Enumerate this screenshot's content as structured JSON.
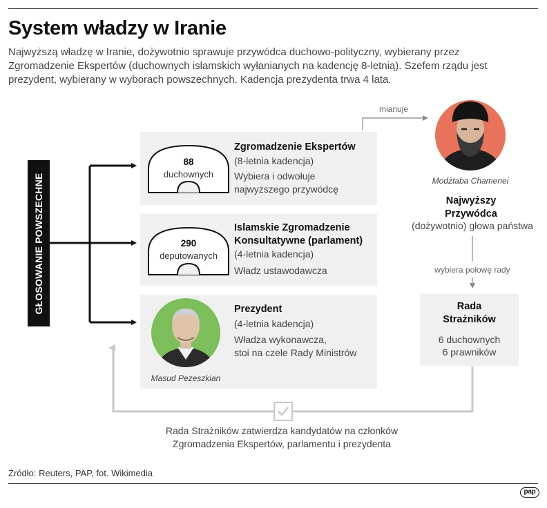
{
  "title": "System władzy w Iranie",
  "lead": "Najwyższą władzę w Iranie, dożywotnio sprawuje przywódca duchowo-polityczny, wybierany przez Zgromadzenie Ekspertów (duchownych islamskich wyłanianych na kadencję 8-letnią). Szefem rządu jest prezydent, wybierany w wyborach powszechnych. Kadencja prezydenta trwa 4 lata.",
  "vote_label": "GŁOSOWANIE POWSZECHNE",
  "assembly": {
    "count": "88",
    "unit": "duchownych",
    "title": "Zgromadzenie Ekspertów",
    "term": "(8-letnia kadencja)",
    "desc_1": "Wybiera i odwołuje",
    "desc_2": "najwyższego przywódcę"
  },
  "parliament": {
    "count": "290",
    "unit": "deputowanych",
    "title_1": "Islamskie Zgromadzenie",
    "title_2": "Konsultatywne (parlament)",
    "term": "(4-letnia kadencja)",
    "desc_1": "Władz ustawodawcza"
  },
  "president": {
    "title": "Prezydent",
    "term": "(4-letnia kadencja)",
    "desc_1": "Władza wykonawcza,",
    "desc_2": "stoi na czele Rady Ministrów",
    "photo_caption": "Masud Pezeszkian"
  },
  "leader": {
    "appoints_label": "mianuje",
    "photo_caption": "Modżtaba Chamenei",
    "title_1": "Najwyższy",
    "title_2": "Przywódca",
    "subtitle": "(dożywotnio) głowa państwa",
    "elects_label": "wybiera połowę rady"
  },
  "council": {
    "title_1": "Rada",
    "title_2": "Strażników",
    "line_1": "6 duchownych",
    "line_2": "6 prawników"
  },
  "approval_note_1": "Rada Strażników zatwierdza kandydatów na członków",
  "approval_note_2": "Zgromadzenia Ekspertów, parlamentu i prezydenta",
  "source": "Źródło: Reuters, PAP, fot. Wikimedia",
  "logo": "pap",
  "colors": {
    "leader_circle": "#e8735a",
    "president_circle": "#7cbf5a",
    "card_bg": "#f0f0f0",
    "arrow": "#111111",
    "feedback_line": "#c8c8c8"
  }
}
